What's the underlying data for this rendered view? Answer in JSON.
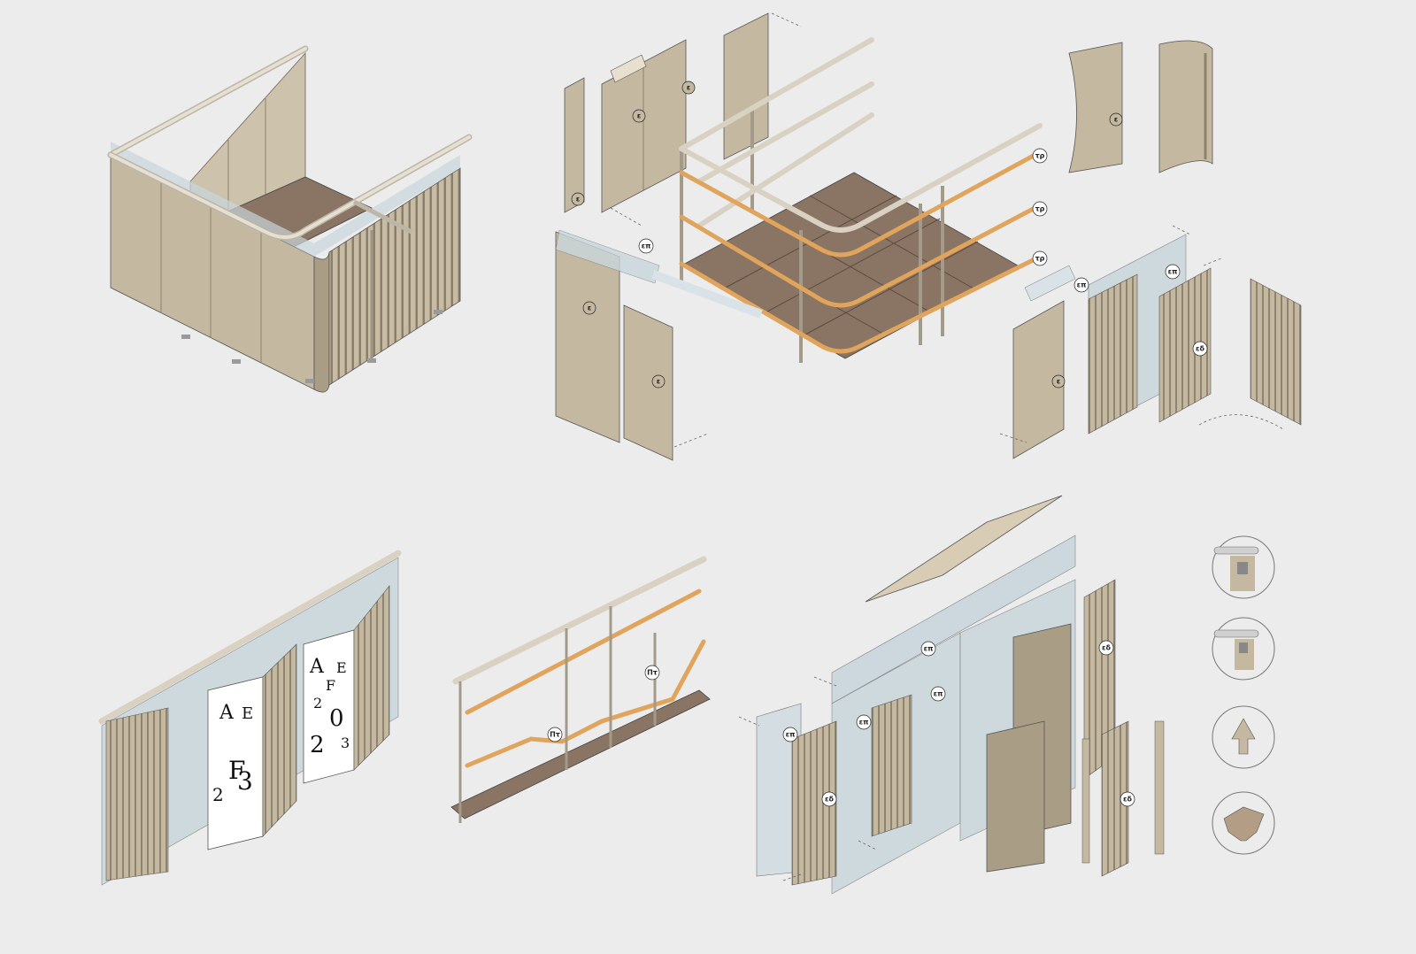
{
  "colors": {
    "background": "#ececec",
    "panel": "#c4b8a1",
    "panel_dark": "#a99d86",
    "floor": "#8a7463",
    "rail": "#d9d2c2",
    "handrail_orange": "#e0a45c",
    "glass": "#c9d6dc",
    "outline": "#3a3a3a"
  },
  "labels": {
    "e": "ε",
    "tr": "τρ",
    "ep": "επ",
    "ed": "εδ",
    "pt": "Πτ"
  },
  "poster": {
    "left_letters": [
      "A",
      "E",
      "F",
      "2",
      "3"
    ],
    "right_letters": [
      "A",
      "E",
      "F",
      "2",
      "0",
      "2",
      "3"
    ]
  },
  "detail_icons": [
    "bracket-clip-detail",
    "rail-hook-detail",
    "arrow-joint-detail",
    "slat-profile-detail"
  ]
}
